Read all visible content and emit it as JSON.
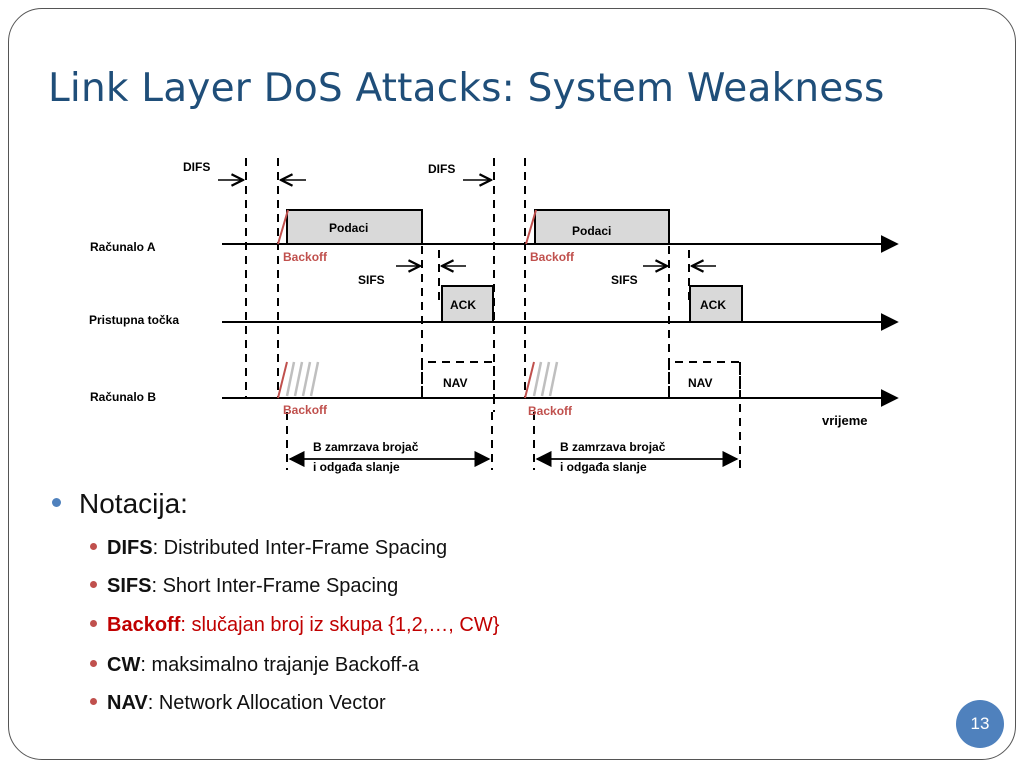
{
  "slide": {
    "title": "Link Layer DoS Attacks: System Weakness",
    "page_number": "13"
  },
  "diagram": {
    "rows": {
      "a": "Računalo A",
      "ap": "Pristupna točka",
      "b": "Računalo B"
    },
    "time_label": "vrijeme",
    "labels": {
      "difs": "DIFS",
      "sifs": "SIFS",
      "data": "Podaci",
      "ack": "ACK",
      "backoff": "Backoff",
      "nav": "NAV",
      "freeze_line1": "B zamrzava brojač",
      "freeze_line2": "i odgađa slanje"
    }
  },
  "notation": {
    "heading": "Notacija:",
    "items": [
      {
        "term": "DIFS",
        "desc": ": Distributed Inter-Frame Spacing"
      },
      {
        "term": "SIFS",
        "desc": ": Short Inter-Frame Spacing"
      },
      {
        "term": "Backoff",
        "desc": ": slučajan broj iz skupa {1,2,…, CW}"
      },
      {
        "term": "CW",
        "desc": ": maksimalno trajanje Backoff-a"
      },
      {
        "term": "NAV",
        "desc": ": Network Allocation Vector"
      }
    ]
  },
  "colors": {
    "title": "#1f4e79",
    "backoff": "#c0504d",
    "box_fill": "#d9d9d9",
    "bullet_main": "#4f81bd",
    "bullet_sub": "#c0504d",
    "badge": "#4f81bd"
  }
}
